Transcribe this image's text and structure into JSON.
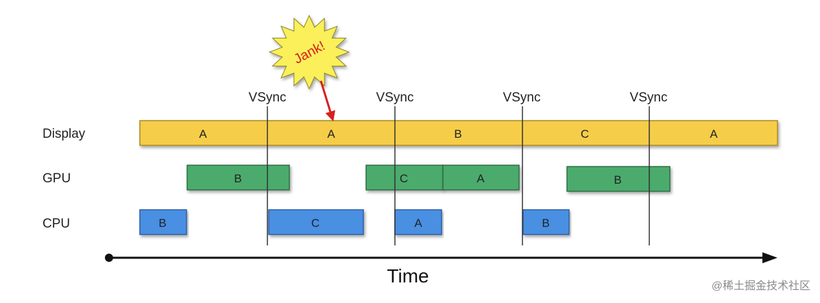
{
  "colors": {
    "display": "#f5cd4a",
    "display_stroke": "#a88a23",
    "gpu": "#4cab6c",
    "gpu_stroke": "#2d6e45",
    "cpu": "#4a8fe2",
    "cpu_stroke": "#2c5ea8",
    "starburst": "#fbf05a",
    "arrow": "#d62020"
  },
  "rows": [
    {
      "label": "Display"
    },
    {
      "label": "GPU"
    },
    {
      "label": "CPU"
    }
  ],
  "vsync": [
    {
      "label": "VSync"
    },
    {
      "label": "VSync"
    },
    {
      "label": "VSync"
    },
    {
      "label": "VSync"
    }
  ],
  "display_frames": [
    "A",
    "A",
    "B",
    "C",
    "A"
  ],
  "gpu_frames": [
    "B",
    "C",
    "A",
    "B"
  ],
  "cpu_frames": [
    "B",
    "C",
    "A",
    "B"
  ],
  "jank": {
    "label": "Jank!"
  },
  "axis": {
    "label": "Time"
  },
  "watermark": "@稀土掘金技术社区"
}
